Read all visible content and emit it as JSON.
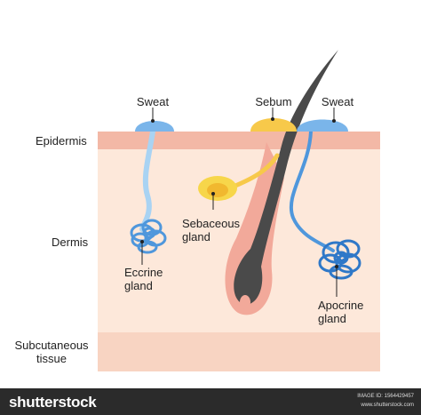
{
  "labels": {
    "epidermis": "Epidermis",
    "dermis": "Dermis",
    "subcutaneous": "Subcutaneous\ntissue",
    "sweat_left": "Sweat",
    "sebum": "Sebum",
    "sweat_right": "Sweat",
    "sebaceous_gland": "Sebaceous\ngland",
    "eccrine_gland": "Eccrine\ngland",
    "apocrine_gland": "Apocrine\ngland"
  },
  "colors": {
    "epidermis": "#f3b8a6",
    "dermis": "#fde8da",
    "subcutaneous": "#f8d4c2",
    "sweat": "#7ab5ea",
    "duct": "#a9d3f3",
    "coil": "#4f97dc",
    "sebum": "#f7c94a",
    "hair": "#4a4a4a",
    "follicle": "#f2a99a"
  },
  "footer": {
    "brand": "shutterstock",
    "image_id": "IMAGE ID: 1564429457",
    "site": "www.shutterstock.com"
  }
}
